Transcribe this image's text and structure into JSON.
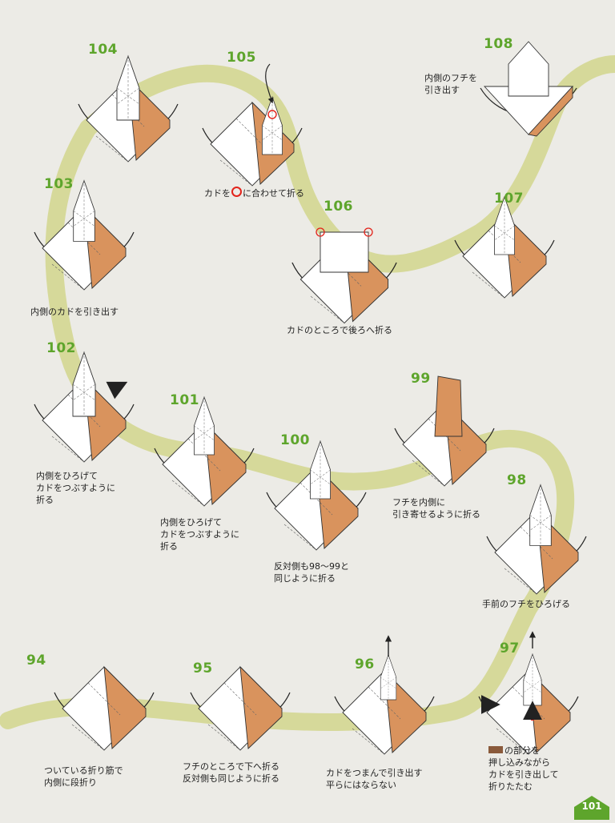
{
  "steps": {
    "s94": {
      "num": "94",
      "caption": [
        "ついている折り筋で",
        "内側に段折り"
      ]
    },
    "s95": {
      "num": "95",
      "caption": [
        "フチのところで下へ折る",
        "反対側も同じように折る"
      ]
    },
    "s96": {
      "num": "96",
      "caption": [
        "カドをつまんで引き出す",
        "平らにはならない"
      ]
    },
    "s97": {
      "num": "97",
      "caption": [
        "の部分を",
        "押し込みながら",
        "カドを引き出して",
        "折りたたむ"
      ]
    },
    "s98": {
      "num": "98",
      "caption": [
        "手前のフチをひろげる"
      ]
    },
    "s99": {
      "num": "99",
      "caption": [
        "フチを内側に",
        "引き寄せるように折る"
      ]
    },
    "s100": {
      "num": "100",
      "caption": [
        "反対側も98～99と",
        "同じように折る"
      ]
    },
    "s101": {
      "num": "101",
      "caption": [
        "内側をひろげて",
        "カドをつぶすように",
        "折る"
      ]
    },
    "s102": {
      "num": "102",
      "caption": [
        "内側をひろげて",
        "カドをつぶすように",
        "折る"
      ]
    },
    "s103": {
      "num": "103",
      "caption": [
        "内側のカドを引き出す"
      ]
    },
    "s104": {
      "num": "104",
      "caption": []
    },
    "s105": {
      "num": "105",
      "caption": [
        "カドを",
        "に合わせて折る"
      ]
    },
    "s106": {
      "num": "106",
      "caption": [
        "カドのところで後ろへ折る"
      ]
    },
    "s107": {
      "num": "107",
      "caption": []
    },
    "s108": {
      "num": "108",
      "caption": [
        "内側のフチを",
        "引き出す"
      ]
    }
  },
  "page_number": "101",
  "colors": {
    "background": "#ecebe6",
    "path": "#d6d99a",
    "paper_colored": "#d9935d",
    "paper_white": "#ffffff",
    "step_number": "#5ea52c",
    "highlight_red": "#e2231a",
    "page_badge": "#5ea52c"
  }
}
